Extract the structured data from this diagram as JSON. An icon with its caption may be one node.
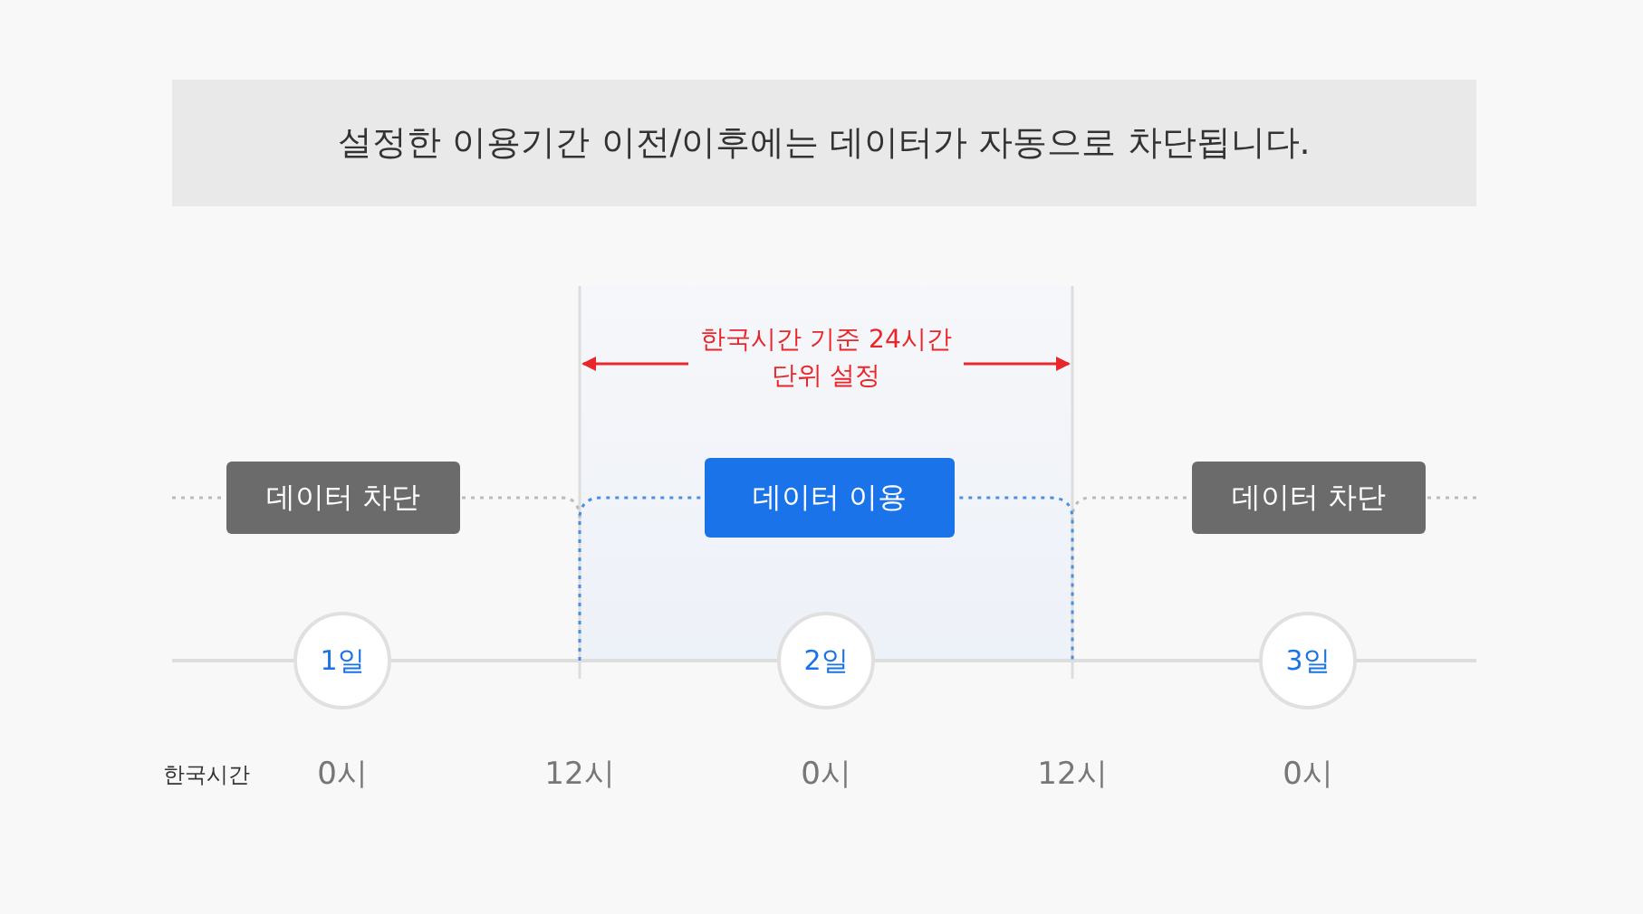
{
  "diagram": {
    "title": "설정한 이용기간 이전/이후에는 데이터가 자동으로 차단됩니다.",
    "nodes": [
      {
        "text": [
          "데이터 차단"
        ]
      },
      {
        "text": [
          "데이터 이용"
        ]
      },
      {
        "text": [
          "데이터 차단"
        ]
      },
      {
        "text": [
          "1일"
        ]
      },
      {
        "text": [
          "2일"
        ]
      },
      {
        "text": [
          "3일"
        ]
      }
    ],
    "labels": [
      "한국시간 기준 24시간 단위 설정",
      "한국시간",
      "0시",
      "12시",
      "0시",
      "12시",
      "0시"
    ]
  }
}
